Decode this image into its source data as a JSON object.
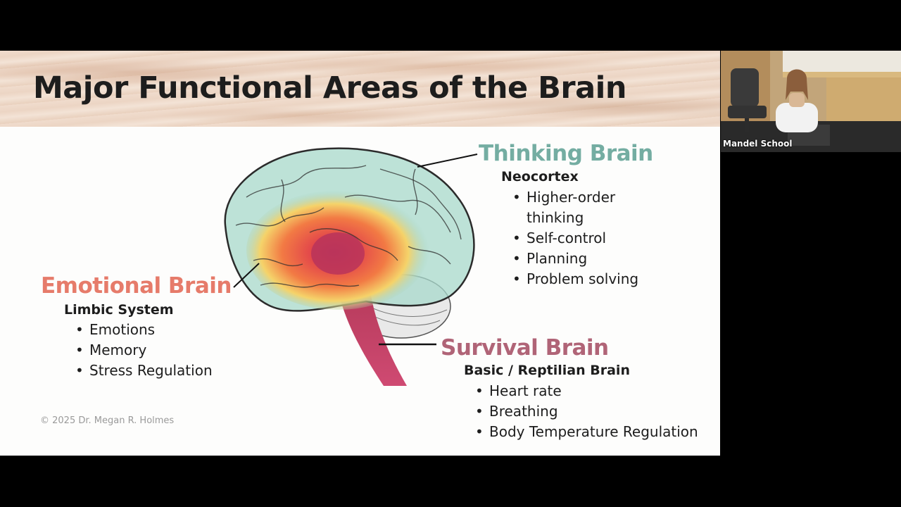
{
  "slide": {
    "title": "Major Functional Areas of the Brain",
    "thinking": {
      "heading": "Thinking Brain",
      "subheading": "Neocortex",
      "items": [
        "Higher-order thinking",
        "Self-control",
        "Planning",
        "Problem solving"
      ],
      "color": "#74ada2"
    },
    "emotional": {
      "heading": "Emotional Brain",
      "subheading": "Limbic System",
      "items": [
        "Emotions",
        "Memory",
        "Stress Regulation"
      ],
      "color": "#e67b6a"
    },
    "survival": {
      "heading": "Survival Brain",
      "subheading": "Basic / Reptilian Brain",
      "items": [
        "Heart rate",
        "Breathing",
        "Body Temperature Regulation"
      ],
      "color": "#b06477"
    },
    "copyright": "© 2025 Dr. Megan R. Holmes"
  },
  "camera": {
    "caption": "Mandel School"
  }
}
